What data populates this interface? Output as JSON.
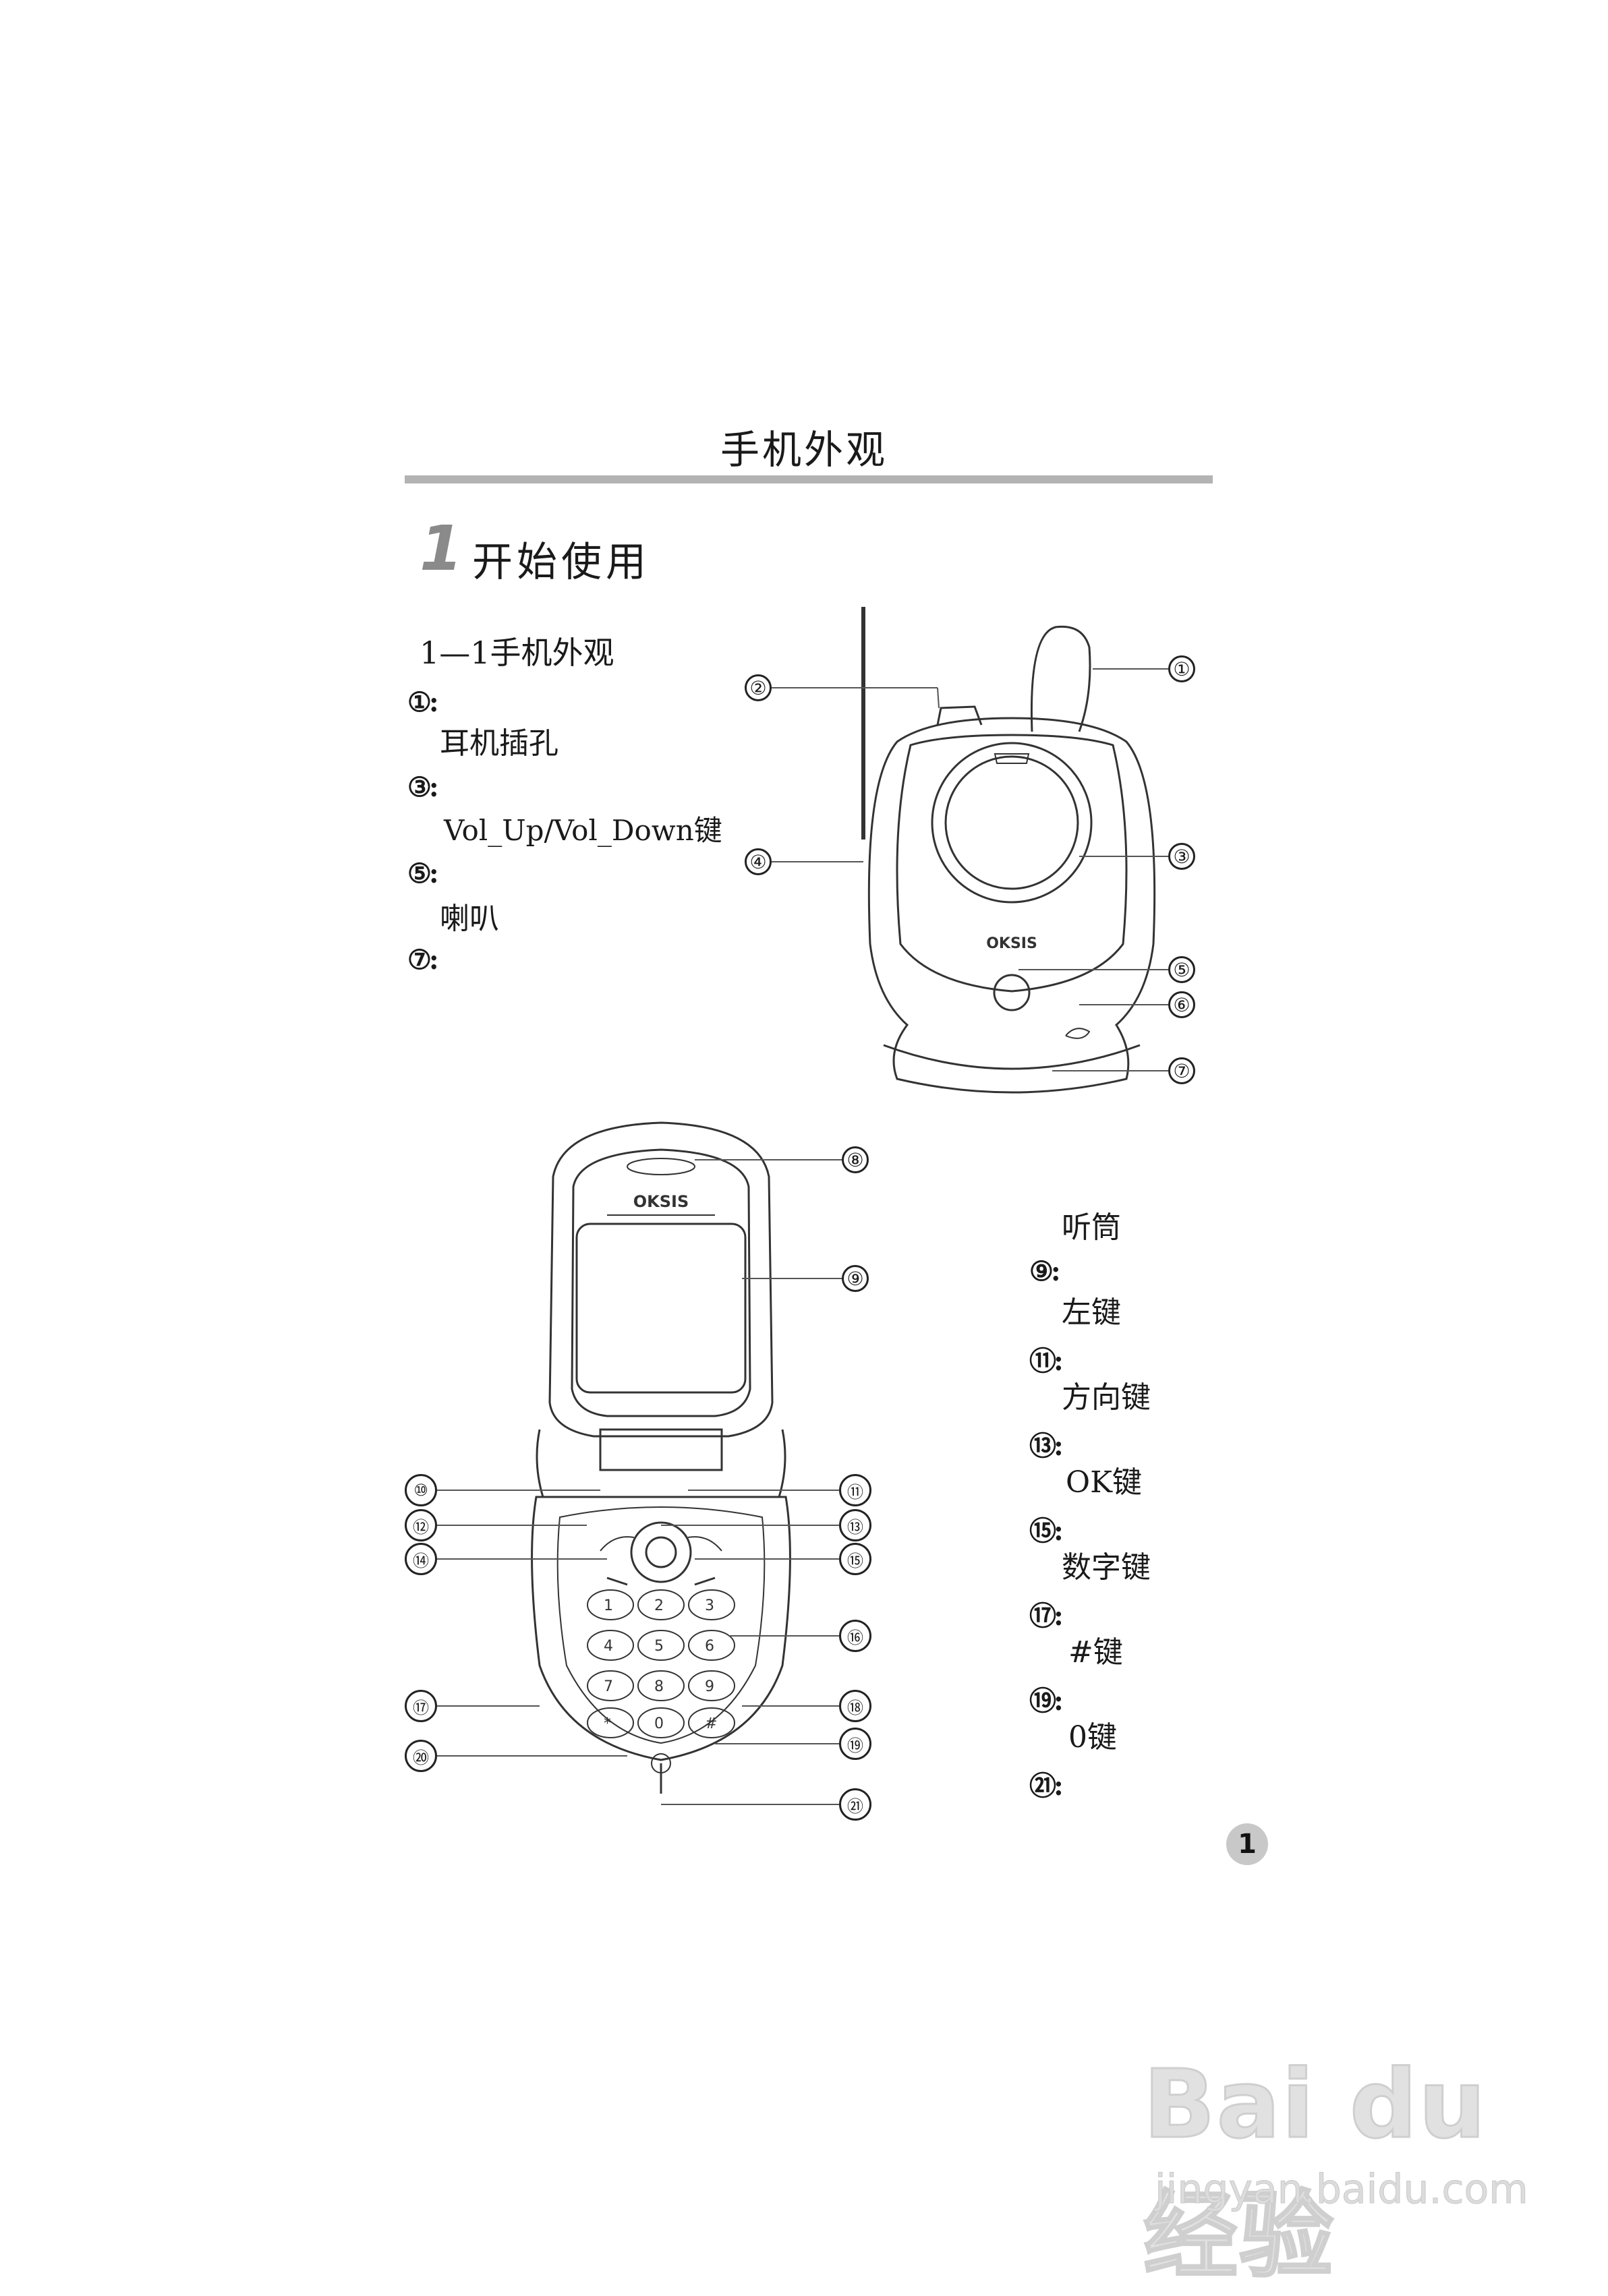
{
  "header": {
    "title": "手机外观"
  },
  "chapter": {
    "number": "1",
    "title": "开始使用"
  },
  "section": {
    "title": "1—1手机外观"
  },
  "left_list": [
    {
      "marker": "①:",
      "text": "耳机插孔"
    },
    {
      "marker": "③:",
      "text": "Vol_Up/Vol_Down键"
    },
    {
      "marker": "⑤:",
      "text": "喇叭"
    },
    {
      "marker": "⑦:",
      "text": ""
    }
  ],
  "right_list": [
    {
      "marker": "",
      "text": "听筒"
    },
    {
      "marker": "⑨:",
      "text": "左键"
    },
    {
      "marker": "⑪:",
      "text": "方向键"
    },
    {
      "marker": "⑬:",
      "text": "OK键"
    },
    {
      "marker": "⑮:",
      "text": "数字键"
    },
    {
      "marker": "⑰:",
      "text": "#键"
    },
    {
      "marker": "⑲:",
      "text": "0键"
    },
    {
      "marker": "㉑:",
      "text": ""
    }
  ],
  "diagram": {
    "brand": "OKSIS",
    "callouts": [
      "①",
      "②",
      "③",
      "④",
      "⑤",
      "⑥",
      "⑦",
      "⑧",
      "⑨",
      "⑩",
      "⑪",
      "⑫",
      "⑬",
      "⑭",
      "⑮",
      "⑯",
      "⑰",
      "⑱",
      "⑲",
      "⑳",
      "㉑"
    ],
    "keypad": [
      "1",
      "2",
      "3",
      "4",
      "5",
      "6",
      "7",
      "8",
      "9",
      "*",
      "0",
      "#"
    ]
  },
  "page_number": "1",
  "watermark": {
    "brand": "Bai du 经验",
    "url": "jingyan.baidu.com"
  }
}
